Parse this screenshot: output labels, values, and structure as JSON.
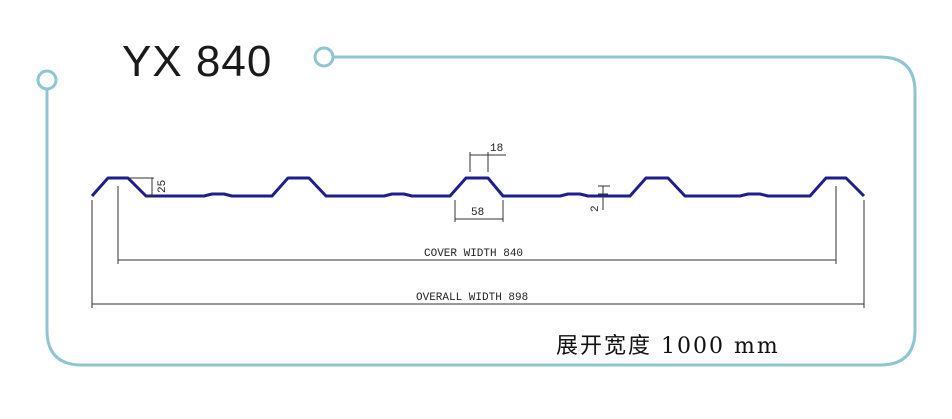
{
  "title": "YX 840",
  "colors": {
    "frame": "#8fc5d3",
    "profile": "#1e1e8c",
    "dimension": "#333333"
  },
  "dimensions": {
    "rib_top": "18",
    "rib_height": "25",
    "rib_base": "58",
    "pan_stiffener": "2",
    "cover_width": "COVER WIDTH 840",
    "overall_width": "OVERALL WIDTH 898"
  },
  "spread_width": "展开宽度 1000 mm"
}
